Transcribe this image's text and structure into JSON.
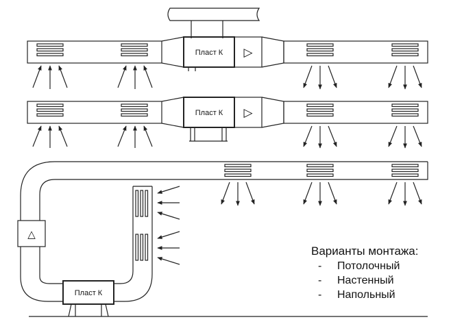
{
  "units": [
    {
      "label": "Пласт К",
      "symbol": "▷"
    },
    {
      "label": "Пласт К",
      "symbol": "▷"
    },
    {
      "label": "Пласт К",
      "symbol": "△"
    }
  ],
  "legend": {
    "title": "Варианты монтажа:",
    "items": [
      {
        "bullet": "-",
        "text": "Потолочный"
      },
      {
        "bullet": "-",
        "text": "Настенный"
      },
      {
        "bullet": "-",
        "text": "Напольный"
      }
    ]
  }
}
